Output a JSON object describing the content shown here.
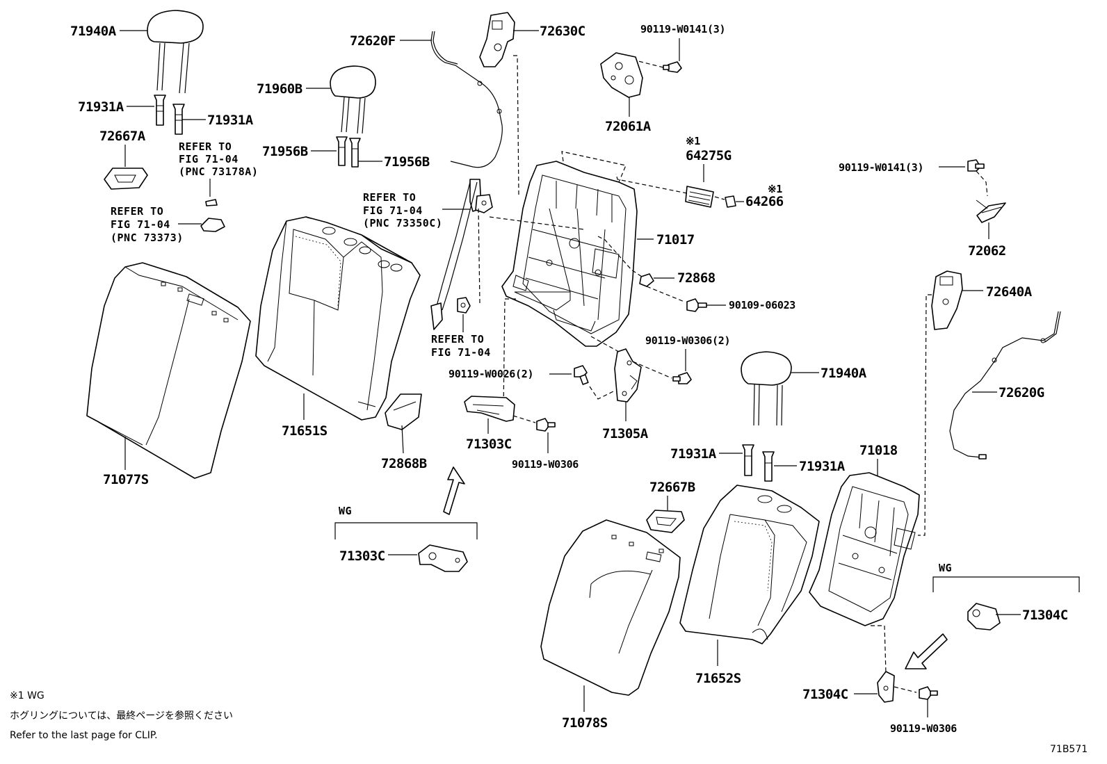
{
  "diagram_code": "71B571",
  "footnote": {
    "mark_line": "※1  WG",
    "japanese": "ホグリングについては、最終ページを参照ください",
    "english": "Refer to the last page for CLIP."
  },
  "wg_label": "WG",
  "parts": {
    "p71940A_top": "71940A",
    "p71931A_l1": "71931A",
    "p71931A_l2": "71931A",
    "p72667A": "72667A",
    "p71960B": "71960B",
    "p71956B_1": "71956B",
    "p71956B_2": "71956B",
    "p72620F": "72620F",
    "p72630C": "72630C",
    "p90119W0141_top": "90119-W0141(3)",
    "p72061A": "72061A",
    "p64275G": "64275G",
    "p64266": "64266",
    "p90119W0141_right": "90119-W0141(3)",
    "p72062": "72062",
    "p71017": "71017",
    "p72868": "72868",
    "p90109_06023": "90109-06023",
    "p72640A": "72640A",
    "p90119W0306_2": "90119-W0306(2)",
    "p90119W0026_2": "90119-W0026(2)",
    "p71651S": "71651S",
    "p71077S": "71077S",
    "p72868B": "72868B",
    "p71303C_main": "71303C",
    "p90119W0306_mid": "90119-W0306",
    "p71305A": "71305A",
    "p71940A_right": "71940A",
    "p72620G": "72620G",
    "p71931A_r1": "71931A",
    "p71931A_r2": "71931A",
    "p71018": "71018",
    "p72667B": "72667B",
    "p71303C_wg": "71303C",
    "p71652S": "71652S",
    "p71078S": "71078S",
    "p71304C_wg": "71304C",
    "p71304C_main": "71304C",
    "p90119W0306_bottom": "90119-W0306"
  },
  "marks": {
    "m64275G": "※1",
    "m64266": "※1"
  },
  "refs": {
    "ref_73178A": [
      "REFER TO",
      "FIG 71-04",
      "(PNC 73178A)"
    ],
    "ref_73373": [
      "REFER TO",
      "FIG 71-04",
      "(PNC 73373)"
    ],
    "ref_73350C": [
      "REFER TO",
      "FIG 71-04",
      "(PNC 73350C)"
    ],
    "ref_plain": [
      "REFER TO",
      "FIG 71-04"
    ]
  }
}
